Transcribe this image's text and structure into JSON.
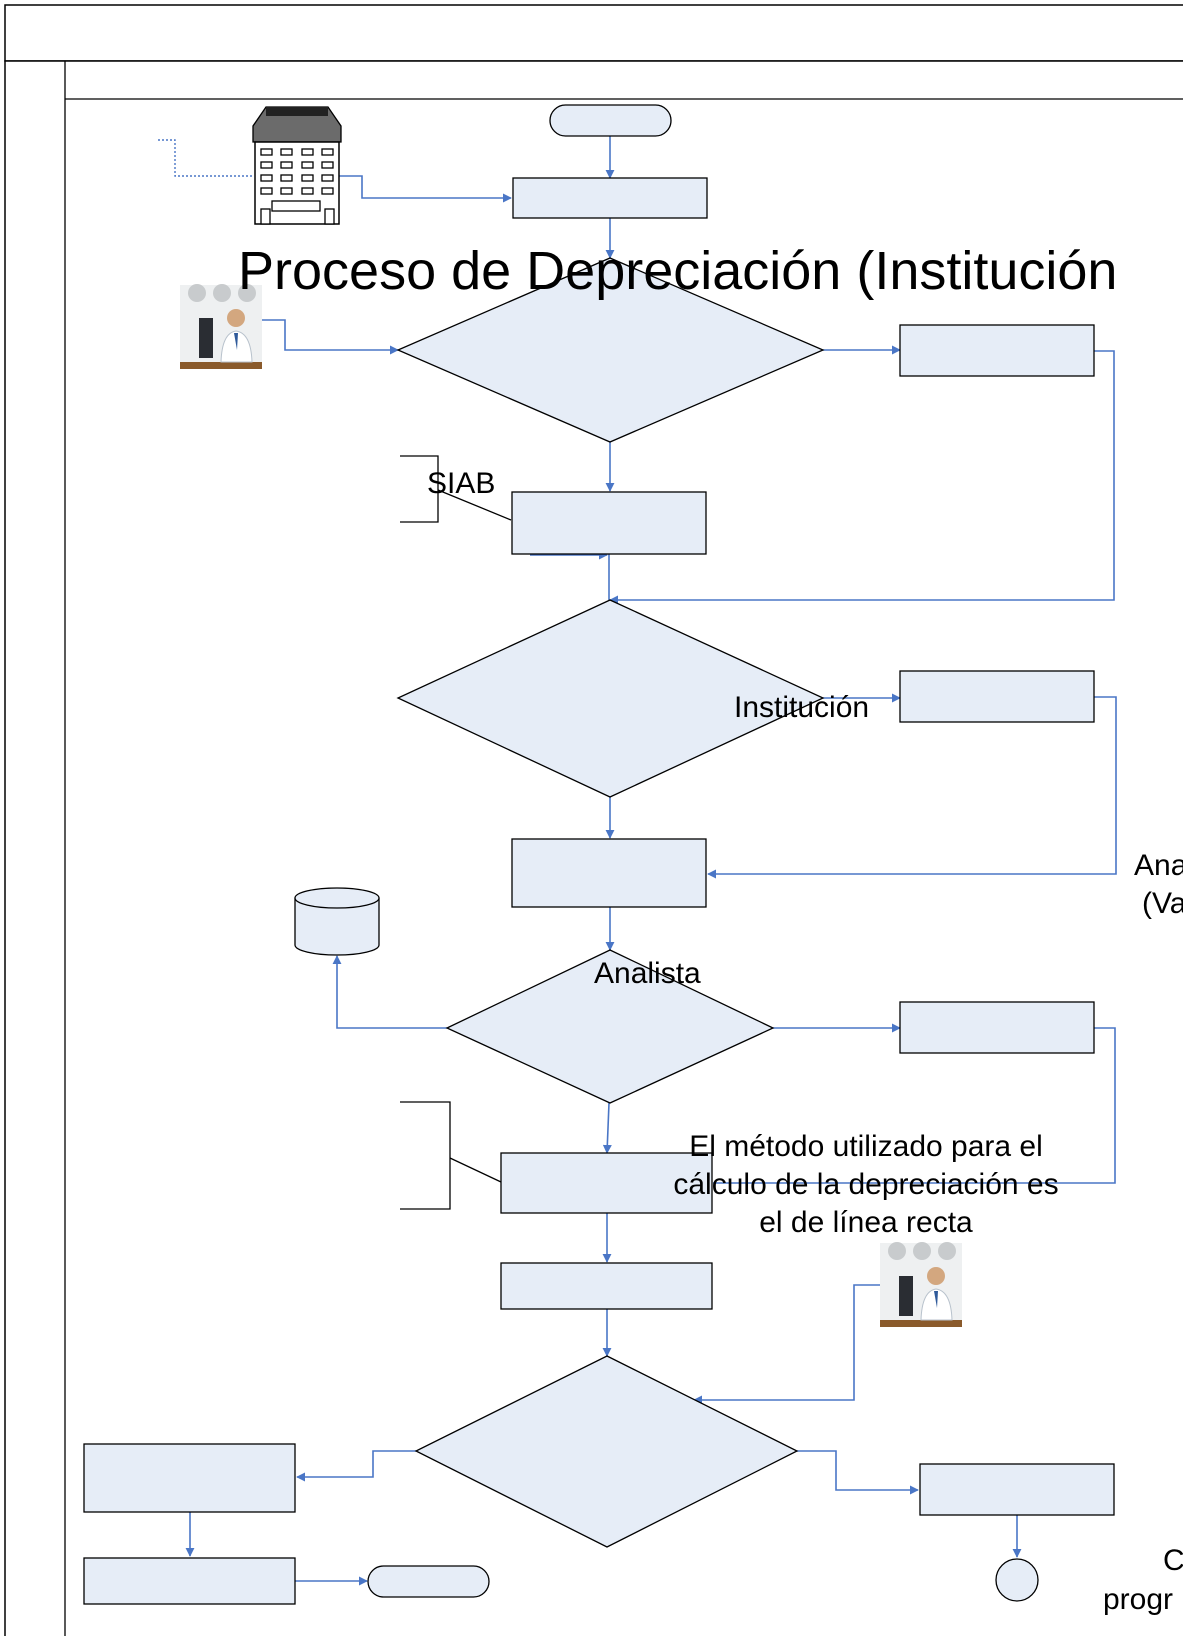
{
  "diagram": {
    "title": "Proceso de Depreciación (Institución",
    "labels": {
      "siab": "SIAB",
      "institucion": "Institución",
      "analista": "Analista",
      "metodo_line1": "El método utilizado para el",
      "metodo_line2": "cálculo de la depreciación es",
      "metodo_line3": "el de línea recta",
      "analista_right_line1": "Ana",
      "analista_right_line2": "(Va",
      "bottom_right_line1": "C",
      "bottom_right_line2": "progr"
    },
    "colors": {
      "shape_fill": "#e6edf7",
      "connector": "#4a76c6",
      "outline": "#000000"
    },
    "icons": [
      "building-icon",
      "analyst-photo-icon",
      "database-icon"
    ]
  }
}
